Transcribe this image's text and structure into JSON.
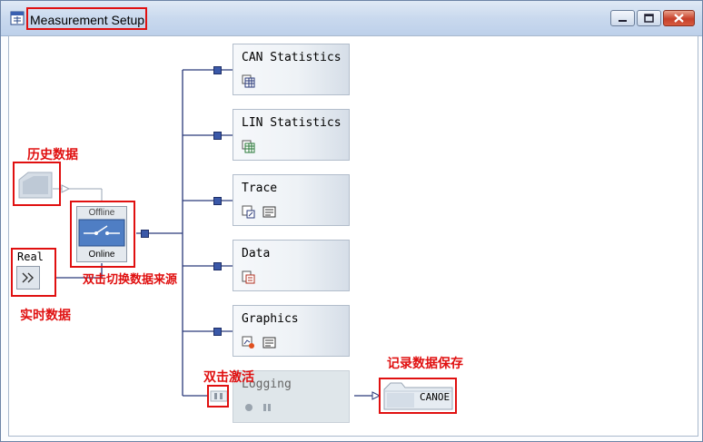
{
  "window": {
    "title": "Measurement Setup"
  },
  "sources": {
    "offline_label": "Offline",
    "online_label": "Online",
    "real_label": "Real"
  },
  "blocks": [
    {
      "label": "CAN Statistics",
      "icons": [
        "statistics-window-icon"
      ]
    },
    {
      "label": "LIN Statistics",
      "icons": [
        "statistics-window-icon"
      ]
    },
    {
      "label": "Trace",
      "icons": [
        "trace-config-icon",
        "trace-window-icon"
      ]
    },
    {
      "label": "Data",
      "icons": [
        "data-window-icon"
      ]
    },
    {
      "label": "Graphics",
      "icons": [
        "graphics-config-icon",
        "graphics-window-icon"
      ]
    }
  ],
  "logging": {
    "label": "Logging",
    "icons": [
      "record-icon",
      "pause-icon"
    ]
  },
  "log_file": {
    "label": "CANOE"
  },
  "annotations": {
    "history": "历史数据",
    "realtime": "实时数据",
    "switch_source": "双击切换数据来源",
    "activate": "双击激活",
    "save_record": "记录数据保存"
  },
  "colors": {
    "annotation": "#e01010",
    "connector": "#2a3a7a",
    "node": "#3a58a8"
  }
}
